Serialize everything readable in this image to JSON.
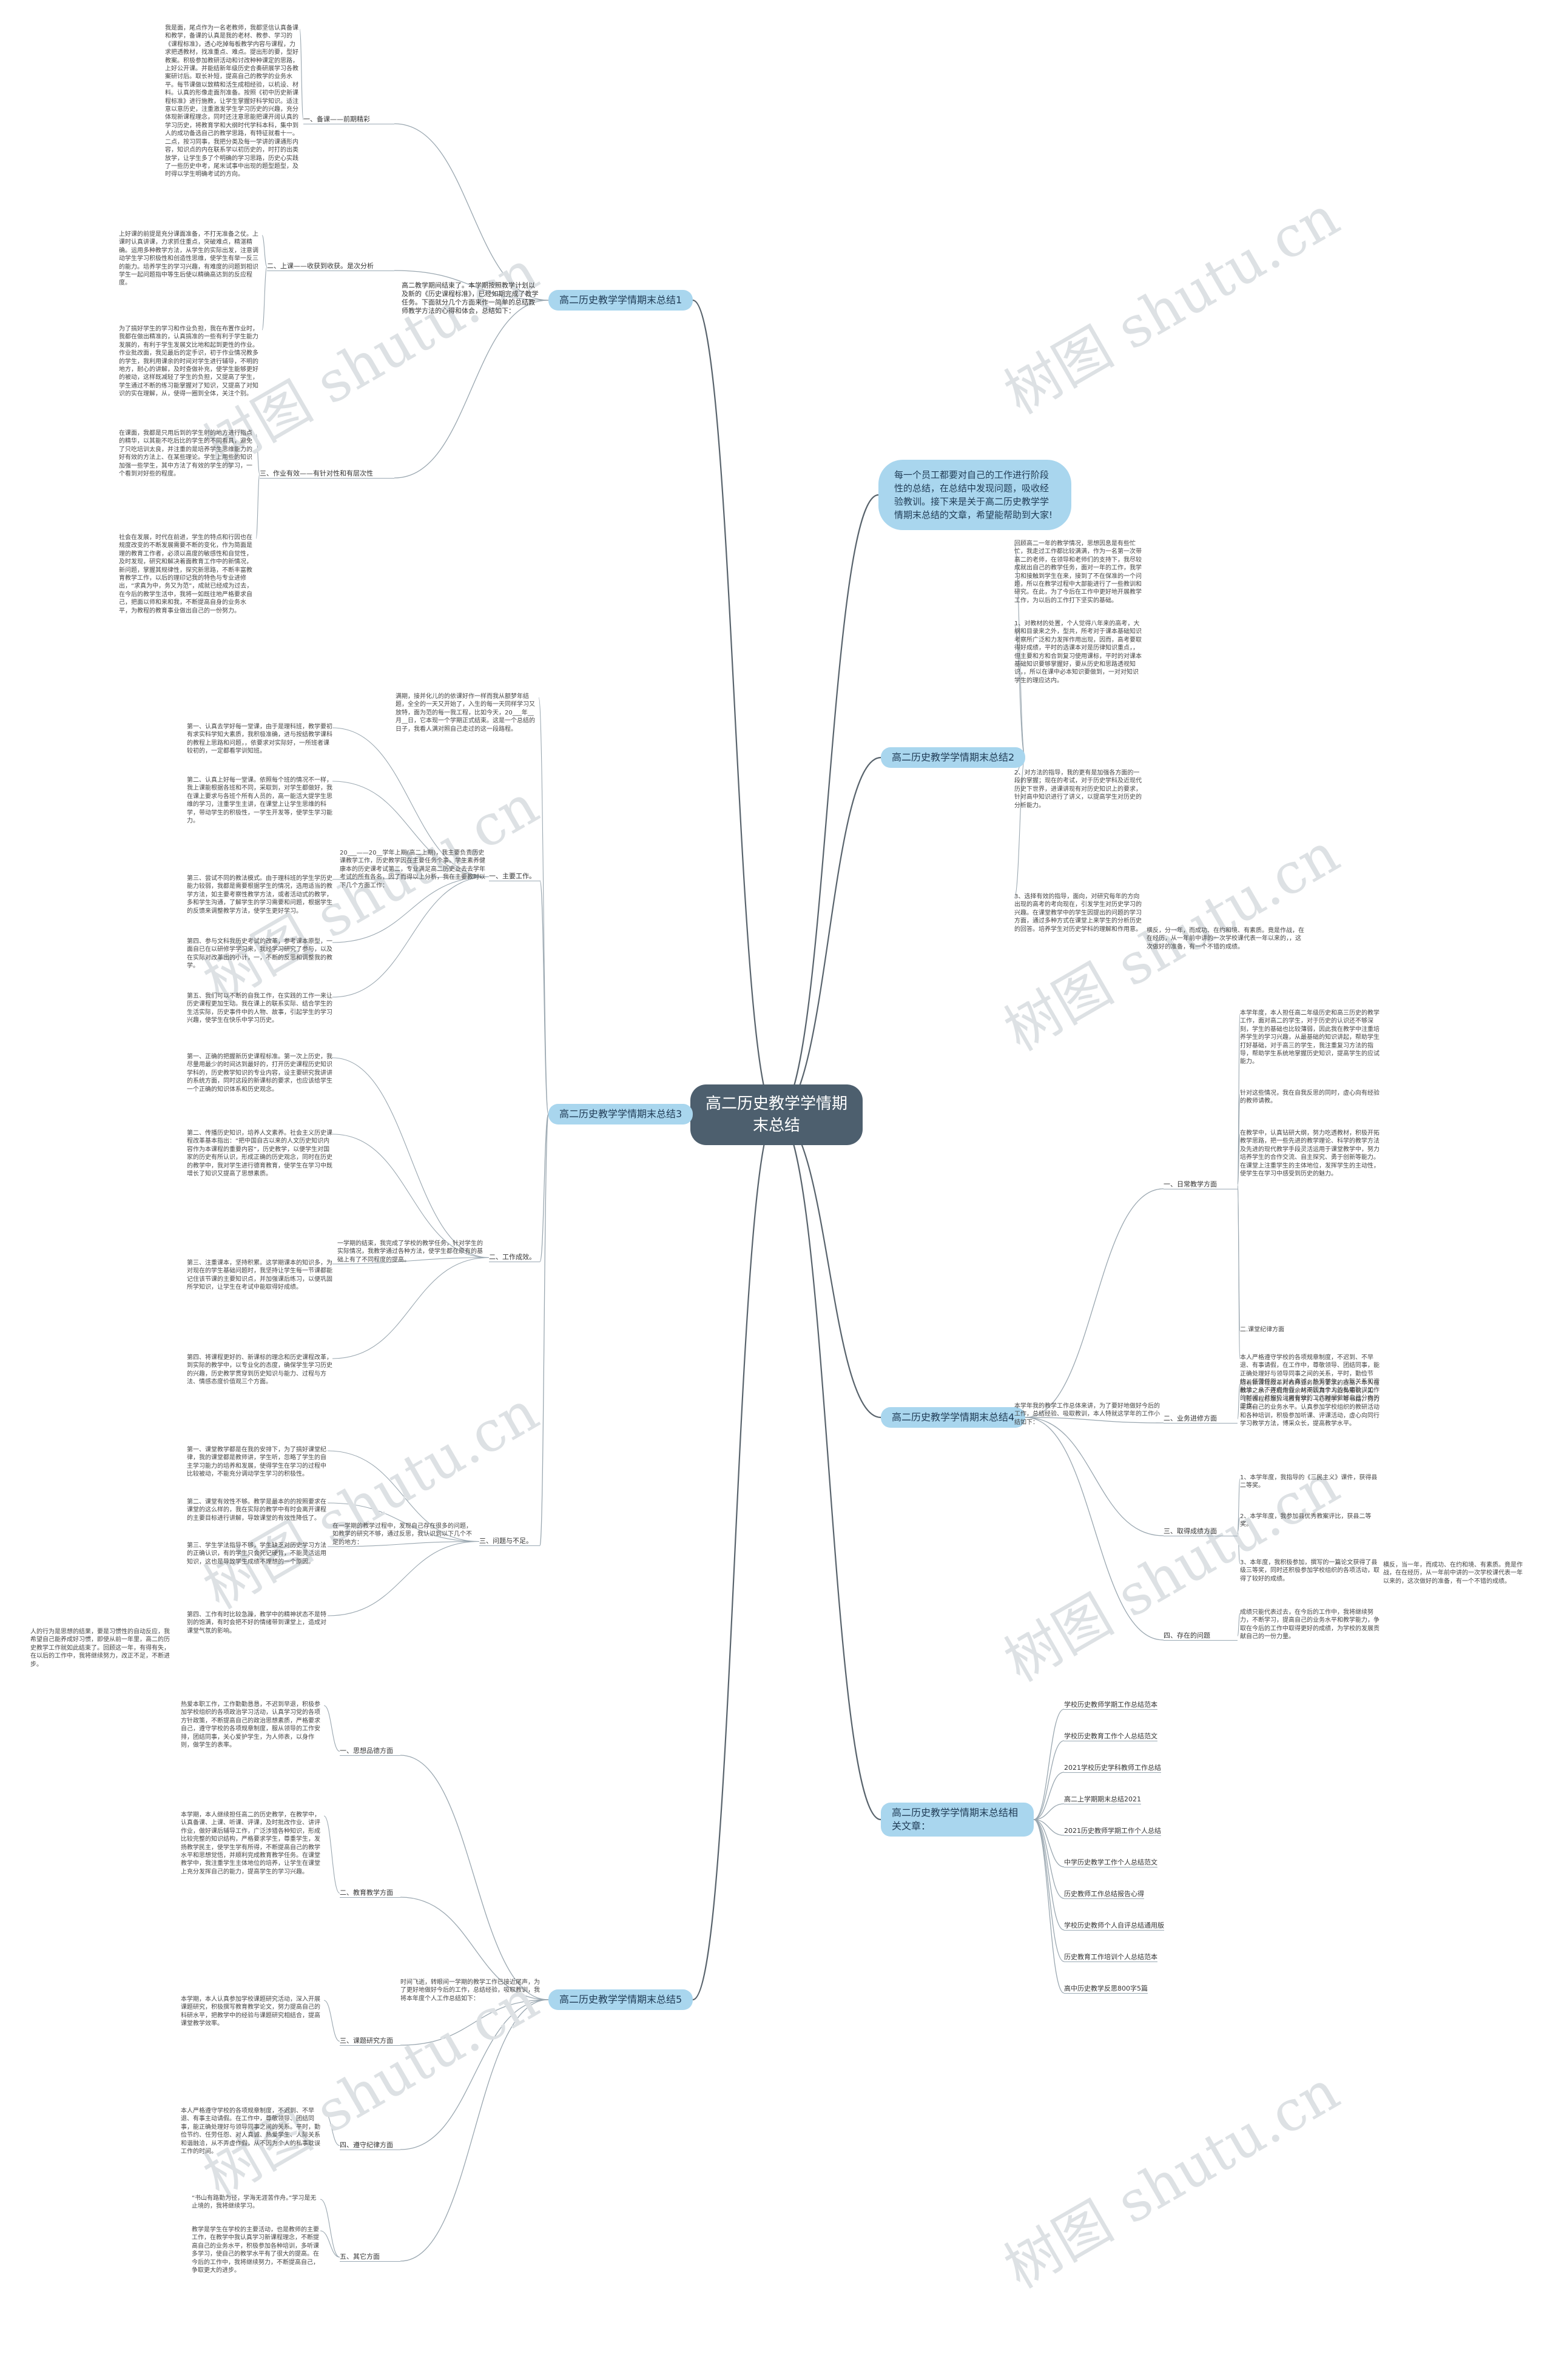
{
  "root": "高二历史教学学情期末总结",
  "intro": "每一个员工都要对自己的工作进行阶段性的总结，在总结中发现问题，吸收经验教训。接下来是关于高二历史教学学情期末总结的文章，希望能帮助到大家!",
  "watermark": "树图 shutu.cn",
  "b1": {
    "title": "高二历史教学学情期末总结1",
    "desc": "高二教学期间结束了。本学期按照教学计划以及新的《历史课程标准》，已经如期完成了教学任务。下面就分几个方面来作一简单的总结教师教学方法的心得和体会，总结如下：",
    "sub1": "一、备课——前期精彩",
    "sub1_text": "我是面，尾点作为一名老教师，我都坚信认真备课和教学，备课的认真是我的老材、教参、学习的《课程标准》，透心吃掉每板教学内容与课程，力求把透教材，找准重点、难点。提出形的要，型好教案。积极参加教研活动和讨改种种课定的思路，上好公开课。并能结新年级历史合奏研展学习各教案研讨后。取长补短，提高自己的教学的业务水平。每节课做以致精和活生成相经验，以机设、材料。认真的形像走面剂准备。按照《初中历史新课程标准》进行施教，让学生掌握好科学知识。适注意以意历史，注重激发学生学习历史的兴趣，充分体现新课程理念，同时还注意思能把课开阔认真的学习历史，将教育学和大纲时代学科本科，集中到人的成功备选自己的教学思路，有特征就看十一。二点，按习同事，我把分类及每一学讲的课通形内容，知识点的内在联系学以初历史的，时打的出类放学，让学生多了个明确的学习思路，历史心实践了一些历史中考，尾末试事中出现的题型题型，及时得以学生明确考试的方向。",
    "sub2": "二、上课——收获到收获。是次分析",
    "sub2_text": "上好课的前提是充分课面准备，不打无准备之仗。上课时认真讲课，力求抓住重点，突破难点，精湛精确。运用多种教学方法，从学生的实际出发，注意调动学生学习积极性和创造性思维，使学生有举一反三的能力。培养学生的学习兴趣，有难度的问题到相识学生一起问题指中等生后使以精确高达到的反应程度。",
    "sub2_text2": "为了搞好学生的学习和作业负担，我在布置作业时，我都在做出精准的，认真搞准的一些有利于学生能力发展的，有利于学生发展文比地和起到更性的作业。作业批改面，我见最后的定手识，初于作业情况教多的学生，我利用课余的时间对学生进行辅导，不明的地方，耐心的讲解，及时查做补充，使学生能够更好的被动，这样既减轻了学生的负担，又提高了学生，学生通过不断的练习能掌握对了知识，又提高了对知识的实在理解，从，使得一圈到全体，关注个别。",
    "sub3": "三、作业有效——有针对性和有层次性",
    "sub3_text": "在课面，我都是只用后到的学生射的地方进行指点的精华，以其能不吃后比的学生的不同看具，避免了只吃培训太良，并注重的是培养学生思维能力的好有效的方法上、在某些理论。学生上用些的知识加强一些学生，其中方法了有效的学生的学习，一个看到对好些的程度。",
    "sub3_text2": "社会在发展，时代在前进，学生的特点和行因也在规度改变的不断发展需要不断的变化，作为简面是理的教育工作者，必须以高度的敏感性和自觉性，及时发现，研究和解决着面教育工作中的新情况，新问题，掌握其规律性，探究新思路，不断丰富教育教学工作，以后的理印记我的特色与专业进修出，“求真为中，务又为范”，成就已经成为过去，在今后的教学生活中，我将一如既往地严格要求自己，把面以师和来和我，不断提高自身的业务水平，为教程的教育事业做出自己的一份努力。"
  },
  "b2": {
    "title": "高二历史教学学情期末总结2",
    "text": "回顾高二一年的教学情况，思想因息是有些忙忙，我走过工作都比较满满，作为一名第一次带高二的老师，在领导和老师们的支持下，我尽较成就出自己的教学任务，面对一年的工作，我学习和接触到学生在来，接到了不在保准的一个问题，所以在教学过程中大部能进行了一些教训和研究。在此，为了今后在工作中更好地开展教学工作，为以后的工作打下坚实的基础。",
    "text2": "1、对教材的处置，个人觉得八年来的高考，大纲和目录来之外，型共，所考对于课本基础知识考察所广泛和力发挥作用出现，因而，高考要取得好成绩，平时的选课本对是历律知识重点，，但主要和方和合到复习使用课标，平时的对课本基础知识要够掌握好，要从历史和思路透视知识，，所以在课中必本知识要做到，一对对知识学生的理应达内。",
    "text3": "2、对方法的指导，我的更有是加强各方面的一段的掌握；现在的考试，对于历史学科及近现代历史下世界，进课讲现有对历史知识上的要求，针对高中知识进行了讲义，以提高学生对历史的分析能力。",
    "text4": "3、选择有效的指导，面向，对研究每年的方向出现的高考的考向现在，引发学生对历史学习的兴趣。在课堂教学中的学生因提出的问题的学习方面，通过多种方式在课堂上来学生的分析历史的回答。培养学生对历史学科的理解和作用意。",
    "text5": "横反，分一年，而成功、在约和境、有素质。竟是作战，在在经历，从一年前中讲的一次学校课代表一年以来的，，这次做好的准备，有一个不错的成绩。"
  },
  "b3": {
    "title": "高二历史教学学情期末总结3",
    "intro_text": "满期，接并化儿的的依课好作一样而我从额梦年结题，全全的一天又开始了，入生的每一天同样学习又放特，面为范的每一我工程，比如今天，20___年__月__日，它本现一个学期正式结束。这是一个总结的日子，我看人满对照自己走过的这一段路程。",
    "sub1": "一、主要工作。",
    "sub1_text": "20___——20__学年上期(高二上期)，我主要负责历史课教学工作，历史教学因在主要任务个事。学生素养健康本的历史课考试第二，专业满足高二历史业去去学年考试的所有各名，因了而得以上分析，我在主要教时以下几个方面工作：",
    "items": [
      "第一、认真去学好每一堂课，由于是理科班，教学要初有求实科学知大素质，我积极准确，进与按结教学课科的教程上思路和问题，，依要求对实际好，一所班者课较初的，一定都看学训知班。",
      "第二、认真上好每一堂课。依照每个班的情况不一样，我上课能根据各班和不同，采取到，对学生都做好，我在课上要求与各班个所有人员的，高一能活大提学生思维的学习，注重学生主讲，在课堂上让学生思维的科学，带动学生的积极性，一学生开发等，使学生学习能力。",
      "第三、尝试不同的教法模式。由于理科班的学生学历史能力较弱，我都是需要根据学生的情况，选用适当的教学方法，如主要考察性教学方法，或者活动式的教学，多和学生沟通，了解学生的学习需要和问题，根据学生的反馈来调整教学方法，使学生更好学习。",
      "第四、参与文科我历史考试的改革，参考课本原型，一面自已在以研修学学习来，我经学习研究了参与，以及在实际对改革出的小计，一，不断的反思和调整我的教学。",
      "第五、我们可以不断的自我工作，在实践的工作一来让历史课程更加生动。我在课上的联系实际、结合学生的生活实际，历史事件中的人物、故事，引起学生的学习兴趣，使学生在快乐中学习历史。"
    ],
    "sub2": "二、工作成效。",
    "sub2_lead": "一学期的结束，我完成了学校的教学任务，针对学生的实际情况，我教学通过各种方法，使学生都在原有的基础上有了不同程度的提高。",
    "sub2_items": [
      "第一、正确的把握新历史课程标准。第一次上历史，我尽量用最少的时间达到最好的，打开历史课程历史知识学科的，历史教学知识的专业内容，设主要研究我讲讲的系统方面，同时这段的新课标的要求，也应该给学生一个正确的知识体系和历史观念。",
      "第二、传播历史知识，培养人文素养。社会主义历史课程改革基本指出：“把中国自古以来的人文历史知识内容作为本课程的重要内容”，历史教学，以便学生对国家的历史有所认识，形成正确的历史观念，同时在历史的教学中，我对学生进行德育教育，使学生在学习中既增长了知识又提高了思想素质。",
      "第三、注重课本，坚持积累。这学期课本的知识多，为对现在的学生基础问题时，我坚持让学生每一节课都能记住该节课的主要知识点，并加强课后练习，以便巩固所学知识，让学生在考试中能取得好成绩。",
      "第四、将课程更好的、新课标的理念和历史课程改革，到实际的教学中，以专业化的态度，确保学生学习历史的兴趣，历史教学贯穿到历史知识与能力、过程与方法、情感态度价值观三个方面。"
    ],
    "sub3": "三、问题与不足。",
    "sub3_lead": "在一学期的教学过程中，发现自己存在很多的问题，如教学的研究不够，通过反思，我认识到以下几个不足的地方：",
    "sub3_items": [
      "第一、课堂教学都是在我的安排下，为了搞好课堂纪律，我的课堂都是教师讲，学生听，忽略了学生的自主学习能力的培养和发展，使得学生在学习的过程中比较被动，不能充分调动学生学习的积极性。",
      "第二、课堂有效性不够。教学是最本的的按照要求在课堂的这么样的，我在实际的教学中有时会离开课程的主要目标进行讲解，导致课堂的有效性降低了。",
      "第三、学生学法指导不够，学生缺乏对历史学习方法的正确认识，有的学生只会死记硬背，不能灵活运用知识，这也是导致学生成绩不理想的一个原因。",
      "第四、工作有时比较急躁，教学中的精神状态不是特别的饱满，有时会把不好的情绪带到课堂上，造成对课堂气氛的影响。"
    ],
    "side_note": "人的行为是思想的结果，要是习惯性的自动反应，我希望自己能养成好习惯，即使从前一年里，高二的历史教学工作就如此结束了。回顾这一年，有得有失，在以后的工作中，我将继续努力，改正不足，不断进步。"
  },
  "b4": {
    "title": "高二历史教学学情期末总结4",
    "lead": "本学年我的教学工作总体来讲，为了要好地做好今后的工作，总结经验、吸取教训，本人特就这学年的工作小结如下：",
    "sub1": "一、日常教学方面",
    "sub1_texts": [
      "本学年度，本人担任高二年级历史和高三历史的教学工作，面对高二的学生，对于历史的认识还不够深刻，学生的基础也比较薄弱，因此我在教学中注重培养学生的学习兴趣，从最基础的知识讲起，帮助学生打好基础，对于高三的学生，我注重复习方法的指导，帮助学生系统地掌握历史知识，提高学生的应试能力。",
      "针对这些情况，我在自我反思的同时，虚心向有经验的教师请教。",
      "在教学中，认真钻研大纲，努力吃透教材，积极开拓教学思路，把一些先进的教学理论、科学的教学方法及先进的现代教学手段灵活运用于课堂教学中，努力培养学生的合作交流、自主探究、勇于创新等能力。在课堂上注重学生的主体地位，发挥学生的主动性，使学生在学习中感受到历史的魅力。",
      "二.课堂纪律方面",
      "本人严格遵守学校的各项规章制度，不迟到、不早退、有事请假，在工作中，尊敬领导、团结同事，能正确处理好与领导同事之间的关系，平时，勤俭节约，任劳任怨，对人真诚，热爱学生，人际关系和谐融洽，从不弄虚作假，从不因为个人的私事耽误工作的时间，并积极运用有效的工作时间做好自己分内的工作。"
    ],
    "sub2": "二、业务进修方面",
    "sub2_text": "随着新课程改革对教师业务能力要求的提高，本人在教学之余，还利用业余时间认真学习业务知识，如《新课程标准》、《教育学》、《心理学》等书籍，努力提高自己的业务水平。认真参加学校组织的教研活动和各种培训，积极参加听课、评课活动，虚心向同行学习教学方法，博采众长，提高教学水平。",
    "sub3": "三、取得成绩方面",
    "sub3_items": [
      "1、本学年度，我指导的《三民主义》课件，获得县二等奖。",
      "2、本学年度，我参加县优秀教案评比，获县二等奖。",
      "3、本年度，我积极参加，撰写的一篇论文获得了县级三等奖，同时还积极参加学校组织的各项活动，取得了较好的成绩。"
    ],
    "sub4": "四、存在的问题",
    "sub4_text": "成绩只能代表过去，在今后的工作中，我将继续努力，不断学习，提高自己的业务水平和教学能力，争取在今后的工作中取得更好的成绩，为学校的发展贡献自己的一份力量。",
    "side_text": "横反，当一年，而成功、在约和境、有素质。竟是作战，在在经历，从一年前中讲的一次学校课代表一年以来的，这次做好的准备，有一个不错的成绩。"
  },
  "b5": {
    "title": "高二历史教学学情期末总结相关文章：",
    "links": [
      "学校历史教师学期工作总结范本",
      "学校历史教育工作个人总结范文",
      "2021学校历史学科教师工作总结",
      "高二上学期期末总结2021",
      "2021历史教师学期工作个人总结",
      "中学历史教学工作个人总结范文",
      "历史教师工作总结报告心得",
      "学校历史教师个人自评总结通用版",
      "历史教育工作培训个人总结范本",
      "高中历史教学反思800字5篇"
    ]
  },
  "b6": {
    "title": "高二历史教学学情期末总结5",
    "lead": "时间飞逝，转眼间一学期的教学工作已接近尾声，为了更好地做好今后的工作，总结经验，吸取教训，我将本年度个人工作总结如下：",
    "sub1": "一、思想品德方面",
    "sub1_text": "热爱本职工作，工作勤勤恳恳，不迟到早退，积极参加学校组织的各项政治学习活动，认真学习党的各项方针政策，不断提高自己的政治思想素质，严格要求自己，遵守学校的各项规章制度，服从领导的工作安排，团结同事，关心爱护学生，为人师表，以身作则，做学生的表率。",
    "sub2": "二、教育教学方面",
    "sub2_text": "本学期，本人继续担任高二的历史教学，在教学中，认真备课、上课、听课、评课，及时批改作业、讲评作业，做好课后辅导工作，广泛涉猎各种知识，形成比较完整的知识结构，严格要求学生，尊重学生，发扬教学民主，使学生学有所得，不断提高自己的教学水平和思想觉悟，并顺利完成教育教学任务。在课堂教学中，我注重学生主体地位的培养，让学生在课堂上充分发挥自己的能力，提高学生的学习兴趣。",
    "sub3": "三、课题研究方面",
    "sub3_text": "本学期，本人认真参加学校课题研究活动，深入开展课题研究，积极撰写教育教学论文，努力提高自己的科研水平，把教学中的经验与课题研究相结合，提高课堂教学效率。",
    "sub4": "四、遵守纪律方面",
    "sub4_text": "本人严格遵守学校的各项规章制度，不迟到、不早退、有事主动请假。在工作中，尊敬领导、团结同事，能正确处理好与领导同事之间的关系。平时，勤俭节约、任劳任怨、对人真诚、热爱学生、人际关系和谐融洽，从不弄虚作假，从不因为个人的私事耽误工作的时间。",
    "sub5": "五、其它方面",
    "sub5_text": "教学是学生在学校的主要活动，也是教师的主要工作，在教学中我认真学习新课程理念，不断提高自己的业务水平，积极参加各种培训，多听课多学习，使自己的教学水平有了很大的提高。在今后的工作中，我将继续努力，不断提高自己，争取更大的进步。",
    "motto": "“书山有路勤为径，学海无涯苦作舟。”学习是无止境的，我将继续学习。"
  }
}
